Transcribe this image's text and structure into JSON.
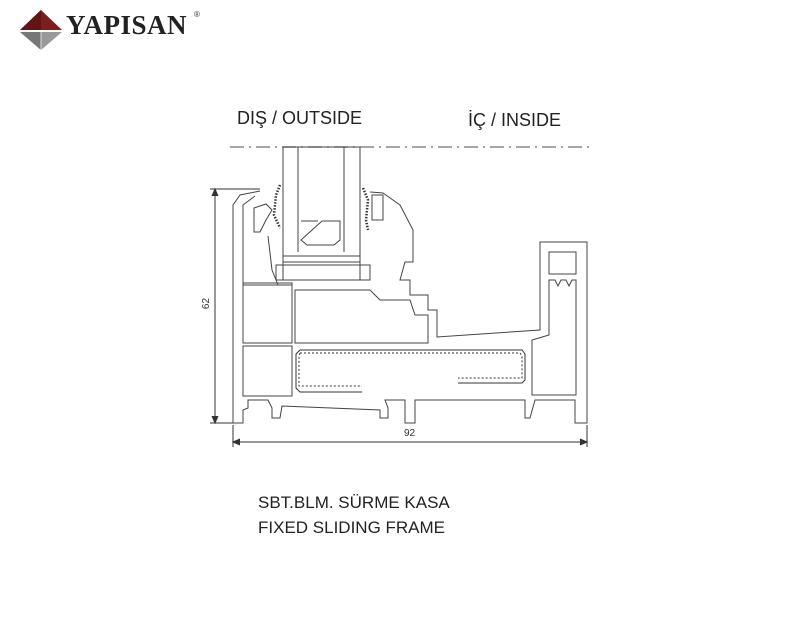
{
  "brand": {
    "name": "YAPISAN",
    "registered": "®"
  },
  "labels": {
    "outside": "DIŞ / OUTSIDE",
    "inside": "İÇ / INSIDE"
  },
  "dimensions": {
    "height": "62",
    "width": "92"
  },
  "caption": {
    "line1": "SBT.BLM. SÜRME KASA",
    "line2": "FIXED SLIDING FRAME"
  },
  "colors": {
    "logo_red": "#7a1f1f",
    "logo_gray": "#8a8a8a",
    "line": "#444444"
  }
}
